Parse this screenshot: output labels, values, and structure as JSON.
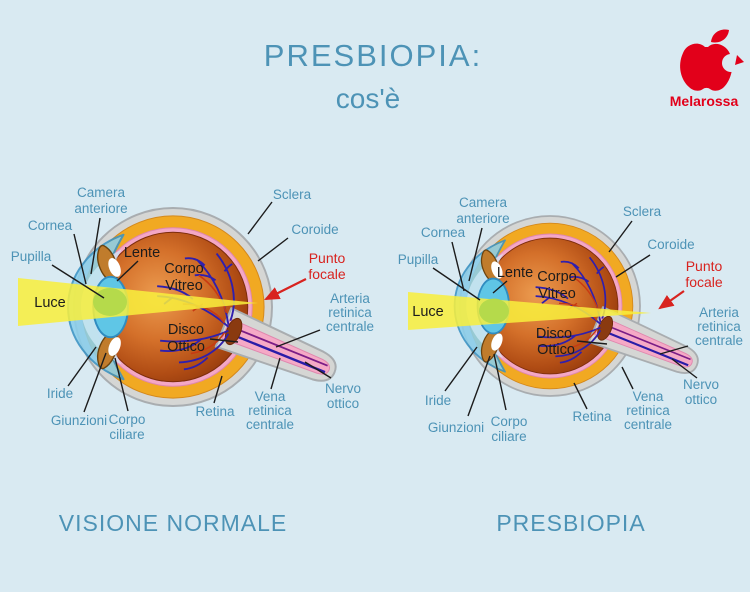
{
  "page": {
    "title_line1": "PRESBIOPIA:",
    "title_line2": "cos'è",
    "brand": "Melarossa",
    "caption_normal": "VISIONE NORMALE",
    "caption_presbyopia": "PRESBIOPIA"
  },
  "colors": {
    "background": "#d9eaf2",
    "label_teal": "#4d93b6",
    "label_black": "#1c1c1c",
    "accent_red": "#d8231f",
    "brand_red": "#e2001a",
    "beam_yellow": "#f8ef3c",
    "sclera_gold": "#f1a922",
    "retina_pink": "#f4a7c5",
    "vitreous_orange": "#d4702a",
    "casing_gray": "#d5d6d4",
    "lens_cyan": "#5fc6e6"
  },
  "eye_labels": {
    "camera_anteriore_1": "Camera",
    "camera_anteriore_2": "anteriore",
    "cornea": "Cornea",
    "pupilla": "Pupilla",
    "luce": "Luce",
    "lente": "Lente",
    "corpo_vitreo_1": "Corpo",
    "corpo_vitreo_2": "Vitreo",
    "disco_ottico_1": "Disco",
    "disco_ottico_2": "Ottico",
    "sclera": "Sclera",
    "coroide": "Coroide",
    "punto_focale_1": "Punto",
    "punto_focale_2": "focale",
    "arteria_1": "Arteria",
    "arteria_2": "retinica",
    "arteria_3": "centrale",
    "vena_1": "Vena",
    "vena_2": "retinica",
    "vena_3": "centrale",
    "nervo_1": "Nervo",
    "nervo_2": "ottico",
    "retina": "Retina",
    "iride": "Iride",
    "giunzioni": "Giunzioni",
    "corpo_ciliare_1": "Corpo",
    "corpo_ciliare_2": "ciliare"
  }
}
